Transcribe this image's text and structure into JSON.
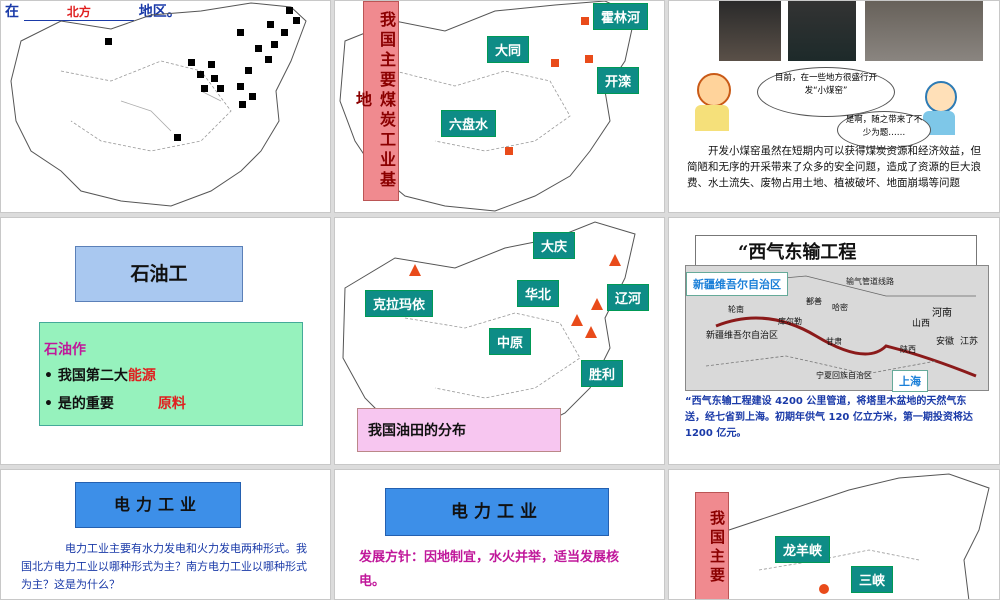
{
  "slide1": {
    "prefix": "在",
    "blank": "北方",
    "suffix": "地区。"
  },
  "slide2": {
    "title": "我国主要煤炭工业基地",
    "labels": [
      "霍林河",
      "大同",
      "开滦",
      "六盘水"
    ]
  },
  "slide3": {
    "girl_quote": "目前，在一些地方很盛行开发“小煤窑”",
    "boy_quote": "是啊，随之带来了不少为题……",
    "paragraph": "开发小煤窑虽然在短期内可以获得煤炭资源和经济效益，但简陋和无序的开采带来了众多的安全问题，造成了资源的巨大浪费、水土流失、废物占用土地、植被破坏、地面崩塌等问题"
  },
  "slide4": {
    "title": "石油工",
    "heading": "石油作",
    "bullet1_prefix": "我国第二大",
    "bullet1_highlight": "能源",
    "bullet2_prefix": "是的重要",
    "bullet2_highlight": "原料"
  },
  "slide5": {
    "labels": [
      "大庆",
      "克拉玛依",
      "华北",
      "辽河",
      "中原",
      "胜利"
    ],
    "caption": "我国油田的分布"
  },
  "slide6": {
    "title": "“西气东输工程",
    "map_label_xj": "新疆维吾尔自治区",
    "map_label_sh": "上海",
    "map_label_pipeline": "输气管道线路",
    "map_places": [
      "轮南",
      "库尔勒",
      "鄯善",
      "哈密",
      "新疆维吾尔自治区",
      "甘肃",
      "宁夏回族自治区",
      "陕西",
      "山西",
      "河南",
      "安徽",
      "江苏",
      "上海"
    ],
    "paragraph_a": "“西气东输工程建设",
    "paragraph_b": "4200 公里管道，将塔里木盆地的天然气东送，经七省到上海。初期年供气 120 亿立方米，第一期投资将达",
    "paragraph_c": "1200 亿元。"
  },
  "slide7": {
    "title": "电力工业",
    "paragraph": "电力工业主要有水力发电和火力发电两种形式。我国北方电力工业以哪种形式为主？南方电力工业以哪种形式为主？这是为什么？"
  },
  "slide8": {
    "title": "电力工业",
    "policy": "发展方针：因地制宜，水火并举，适当发展核电。"
  },
  "slide9": {
    "title": "我国主要",
    "labels": [
      "龙羊峡",
      "三峡"
    ]
  }
}
